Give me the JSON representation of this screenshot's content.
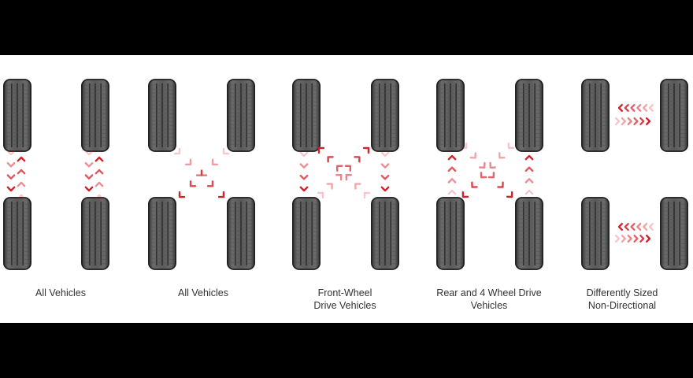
{
  "colors": {
    "arrow": "#d6202a",
    "arrow_light": "#f2b3b8",
    "tire_dark": "#3f3f3f",
    "tire_mid": "#707070",
    "background": "#ffffff",
    "frame": "#000000"
  },
  "patterns": [
    {
      "caption_lines": [
        "All Vehicles"
      ],
      "kind": "front-back-straight"
    },
    {
      "caption_lines": [
        "All Vehicles"
      ],
      "kind": "full-x-cross"
    },
    {
      "caption_lines": [
        "Front-Wheel",
        "Drive Vehicles"
      ],
      "kind": "forward-cross"
    },
    {
      "caption_lines": [
        "Rear and 4 Wheel Drive",
        "Vehicles"
      ],
      "kind": "rearward-cross"
    },
    {
      "caption_lines": [
        "Differently Sized",
        "Non-Directional"
      ],
      "kind": "side-to-side"
    }
  ]
}
